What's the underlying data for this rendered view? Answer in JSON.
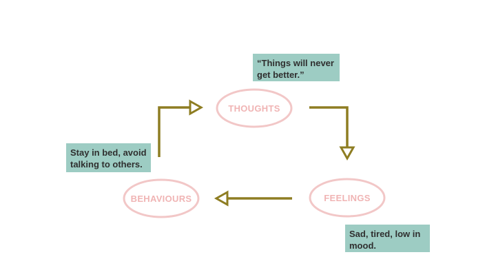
{
  "colors": {
    "ellipse_stroke": "#f2c7c7",
    "ellipse_text": "#f0b4b4",
    "arrow": "#8e7d22",
    "note_bg": "#9dccc3",
    "note_text": "#2f2f2f"
  },
  "nodes": {
    "thoughts": {
      "label": "THOUGHTS"
    },
    "feelings": {
      "label": "FEELINGS"
    },
    "behaviours": {
      "label": "BEHAVIOURS"
    }
  },
  "notes": {
    "thoughts": [
      "“Things will never",
      "get better.”"
    ],
    "behaviours": [
      "Stay in bed, avoid",
      "talking to others."
    ],
    "feelings": [
      "Sad, tired, low in",
      "mood."
    ]
  }
}
